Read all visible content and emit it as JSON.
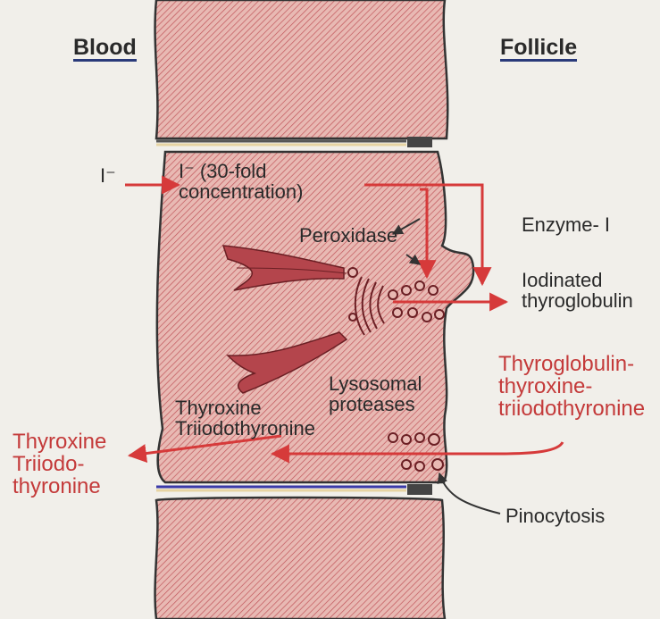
{
  "headers": {
    "left": "Blood",
    "right": "Follicle"
  },
  "labels": {
    "iodide_in": "I⁻",
    "concentration_line1": "I⁻ (30-fold",
    "concentration_line2": "concentration)",
    "peroxidase": "Peroxidase",
    "enzyme": "Enzyme- I",
    "iodinated_line1": "Iodinated",
    "iodinated_line2": "thyroglobulin",
    "tg_line1": "Thyroglobulin-",
    "tg_line2": "thyroxine-",
    "tg_line3": "triiodothyronine",
    "lyso_line1": "Lysosomal",
    "lyso_line2": "proteases",
    "inside_line1": "Thyroxine",
    "inside_line2": "Triiodothyronine",
    "out_line1": "Thyroxine",
    "out_line2": "Triiodo-",
    "out_line3": "thyronine",
    "pinocytosis": "Pinocytosis"
  },
  "colors": {
    "cell_fill": "#e8b9b3",
    "hatch": "#c0545a",
    "arrow": "#d63a3a",
    "organelle": "#b4454c"
  }
}
